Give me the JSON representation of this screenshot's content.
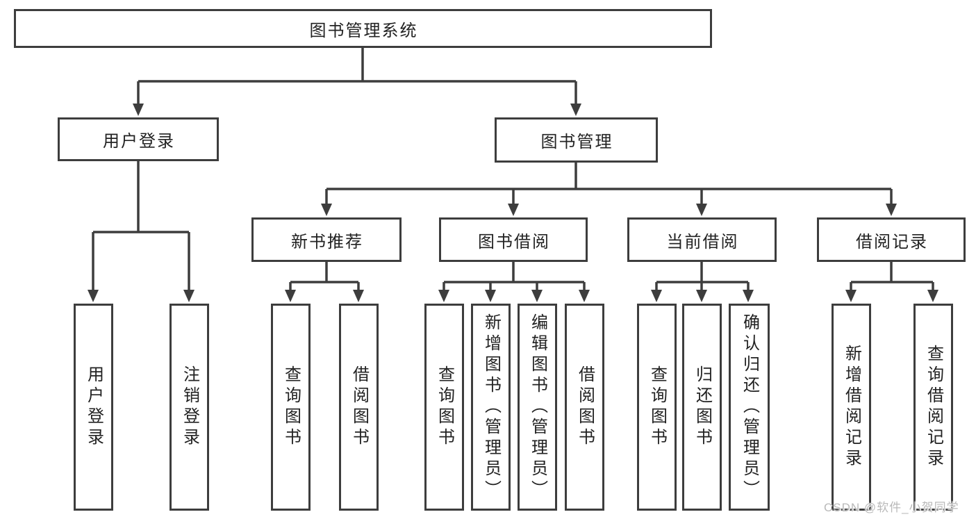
{
  "diagram": {
    "type": "hierarchy-tree",
    "colors": {
      "line": "#3d3d3d",
      "box_border": "#3d3d3d",
      "text": "#222222",
      "background": "#ffffff",
      "watermark": "#b9b9b9"
    }
  },
  "tree": {
    "label": "图书管理系统",
    "children": [
      {
        "label": "用户登录",
        "children": [
          {
            "label": "用户登录"
          },
          {
            "label": "注销登录"
          }
        ]
      },
      {
        "label": "图书管理",
        "children": [
          {
            "label": "新书推荐",
            "children": [
              {
                "label": "查询图书"
              },
              {
                "label": "借阅图书"
              }
            ]
          },
          {
            "label": "图书借阅",
            "children": [
              {
                "label": "查询图书"
              },
              {
                "label": "新增图书（管理员）"
              },
              {
                "label": "编辑图书（管理员）"
              },
              {
                "label": "借阅图书"
              }
            ]
          },
          {
            "label": "当前借阅",
            "children": [
              {
                "label": "查询图书"
              },
              {
                "label": "归还图书"
              },
              {
                "label": "确认归还（管理员）"
              }
            ]
          },
          {
            "label": "借阅记录",
            "children": [
              {
                "label": "新增借阅记录"
              },
              {
                "label": "查询借阅记录"
              }
            ]
          }
        ]
      }
    ]
  },
  "watermark": {
    "text": "CSDN @软件_小贺同学"
  }
}
